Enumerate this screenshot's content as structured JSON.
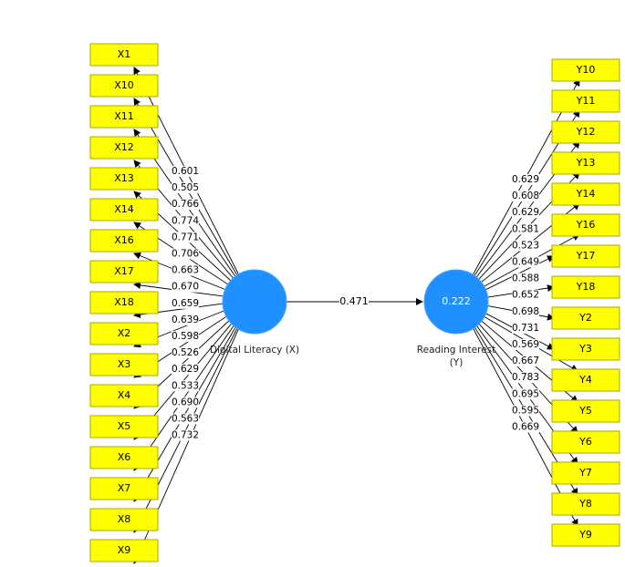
{
  "constructs": {
    "x": {
      "label": "Digital Literacy (X)",
      "r2": ""
    },
    "y": {
      "label_line1": "Reading Interest",
      "label_line2": "(Y)",
      "r2": "0.222"
    }
  },
  "path_coefficient": "0.471",
  "x_indicators": [
    {
      "name": "X1",
      "loading": "0.601"
    },
    {
      "name": "X10",
      "loading": "0.505"
    },
    {
      "name": "X11",
      "loading": "0.766"
    },
    {
      "name": "X12",
      "loading": "0.774"
    },
    {
      "name": "X13",
      "loading": "0.771"
    },
    {
      "name": "X14",
      "loading": "0.706"
    },
    {
      "name": "X16",
      "loading": "0.663"
    },
    {
      "name": "X17",
      "loading": "0.670"
    },
    {
      "name": "X18",
      "loading": "0.659"
    },
    {
      "name": "X2",
      "loading": "0.639"
    },
    {
      "name": "X3",
      "loading": "0.598"
    },
    {
      "name": "X4",
      "loading": "0.526"
    },
    {
      "name": "X5",
      "loading": "0.629"
    },
    {
      "name": "X6",
      "loading": "0.533"
    },
    {
      "name": "X7",
      "loading": "0.690"
    },
    {
      "name": "X8",
      "loading": "0.563"
    },
    {
      "name": "X9",
      "loading": "0.732"
    }
  ],
  "y_indicators": [
    {
      "name": "Y10",
      "loading": "0.629"
    },
    {
      "name": "Y11",
      "loading": "0.608"
    },
    {
      "name": "Y12",
      "loading": "0.629"
    },
    {
      "name": "Y13",
      "loading": "0.581"
    },
    {
      "name": "Y14",
      "loading": "0.523"
    },
    {
      "name": "Y16",
      "loading": "0.649"
    },
    {
      "name": "Y17",
      "loading": "0.588"
    },
    {
      "name": "Y18",
      "loading": "0.652"
    },
    {
      "name": "Y2",
      "loading": "0.698"
    },
    {
      "name": "Y3",
      "loading": "0.731"
    },
    {
      "name": "Y4",
      "loading": "0.569"
    },
    {
      "name": "Y5",
      "loading": "0.667"
    },
    {
      "name": "Y6",
      "loading": "0.783"
    },
    {
      "name": "Y7",
      "loading": "0.695"
    },
    {
      "name": "Y8",
      "loading": "0.595"
    },
    {
      "name": "Y9",
      "loading": "0.669"
    }
  ]
}
